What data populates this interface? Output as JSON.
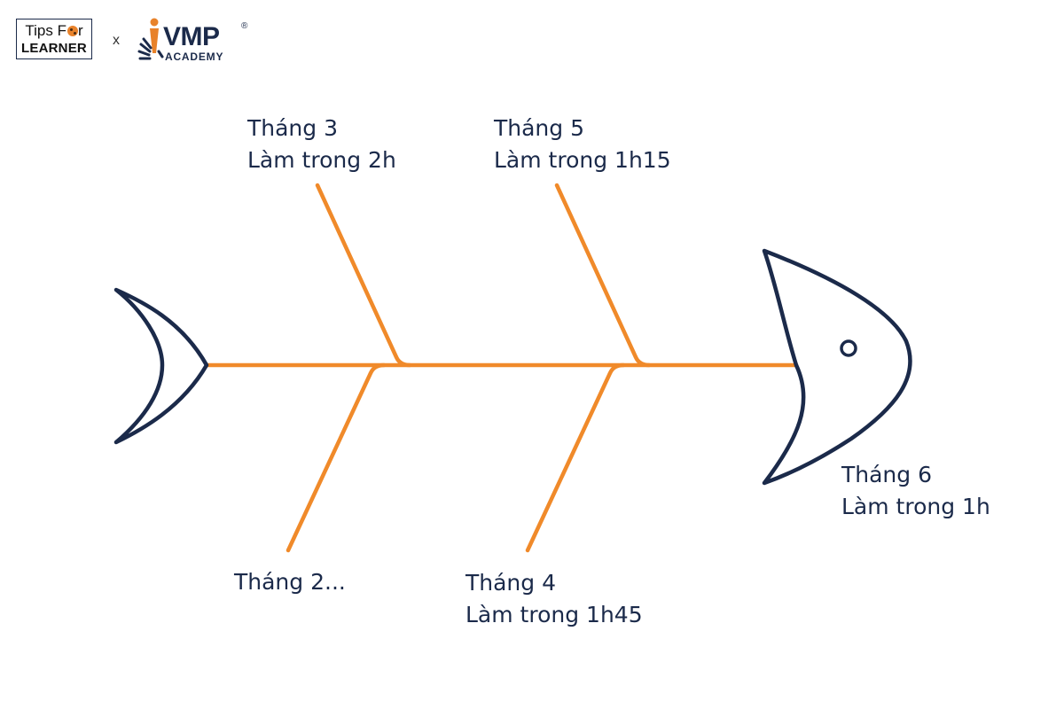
{
  "logos": {
    "tips_top": "Tips F",
    "tips_top_tail": "r",
    "tips_bottom": "LEARNER",
    "separator": "x",
    "vmp_word": "VMP",
    "vmp_reg": "®",
    "vmp_sub": "ACADEMY"
  },
  "labels": {
    "month3": {
      "title": "Tháng 3",
      "detail": "Làm trong 2h"
    },
    "month5": {
      "title": "Tháng 5",
      "detail": "Làm trong 1h15"
    },
    "month2": {
      "title": "Tháng 2..."
    },
    "month4": {
      "title": "Tháng 4",
      "detail": "Làm trong 1h45"
    },
    "month6": {
      "title": "Tháng 6",
      "detail": "Làm trong 1h"
    }
  },
  "colors": {
    "outline": "#1b2a4a",
    "spine": "#f08a2a",
    "text": "#1b2a4a"
  }
}
